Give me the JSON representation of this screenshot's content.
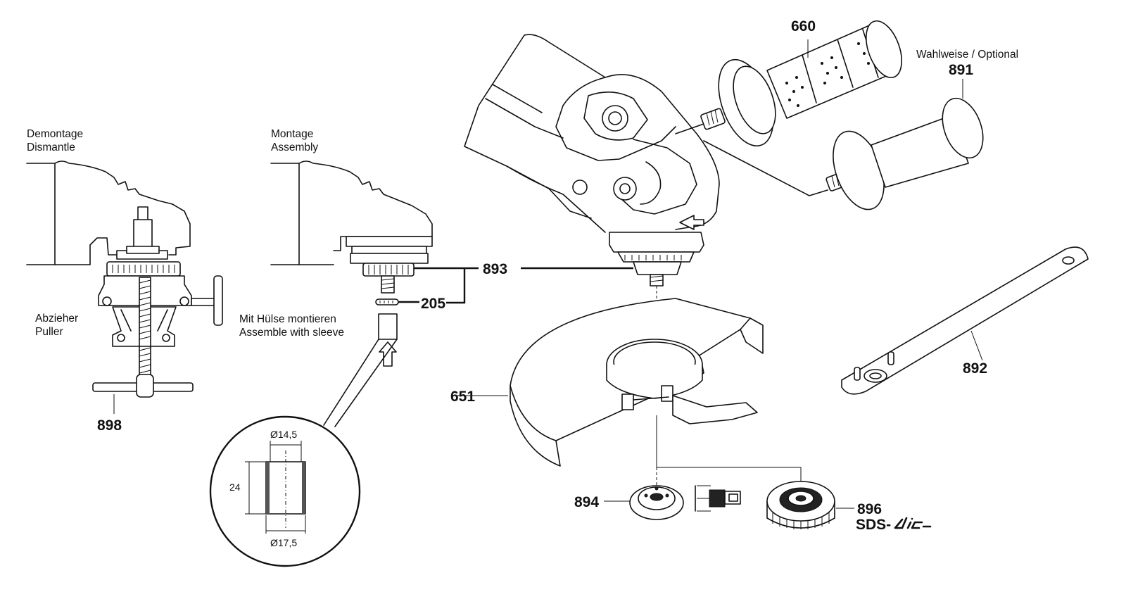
{
  "panels": {
    "dismantle": {
      "title_de": "Demontage",
      "title_en": "Dismantle"
    },
    "assembly": {
      "title_de": "Montage",
      "title_en": "Assembly"
    },
    "puller": {
      "label_de": "Abzieher",
      "label_en": "Puller"
    },
    "sleeve_note": {
      "label_de": "Mit Hülse montieren",
      "label_en": "Assemble with sleeve"
    },
    "optional": {
      "label": "Wahlweise / Optional"
    }
  },
  "sleeve_detail": {
    "inner_diameter": "Ø14,5",
    "length": "24",
    "outer_diameter": "Ø17,5"
  },
  "parts": [
    {
      "id": "660",
      "name": "auxiliary-handle-soft-grip"
    },
    {
      "id": "891",
      "name": "auxiliary-handle-optional"
    },
    {
      "id": "893",
      "name": "bearing-flange-assembly"
    },
    {
      "id": "205",
      "name": "o-ring"
    },
    {
      "id": "898",
      "name": "puller-tool"
    },
    {
      "id": "651",
      "name": "protective-guard"
    },
    {
      "id": "892",
      "name": "spanner-wrench"
    },
    {
      "id": "894",
      "name": "mounting-flange"
    },
    {
      "id": "896",
      "name": "quick-clamping-nut"
    }
  ],
  "brand_suffix": {
    "prefix": "SDS-",
    "logo_text": "clic"
  }
}
